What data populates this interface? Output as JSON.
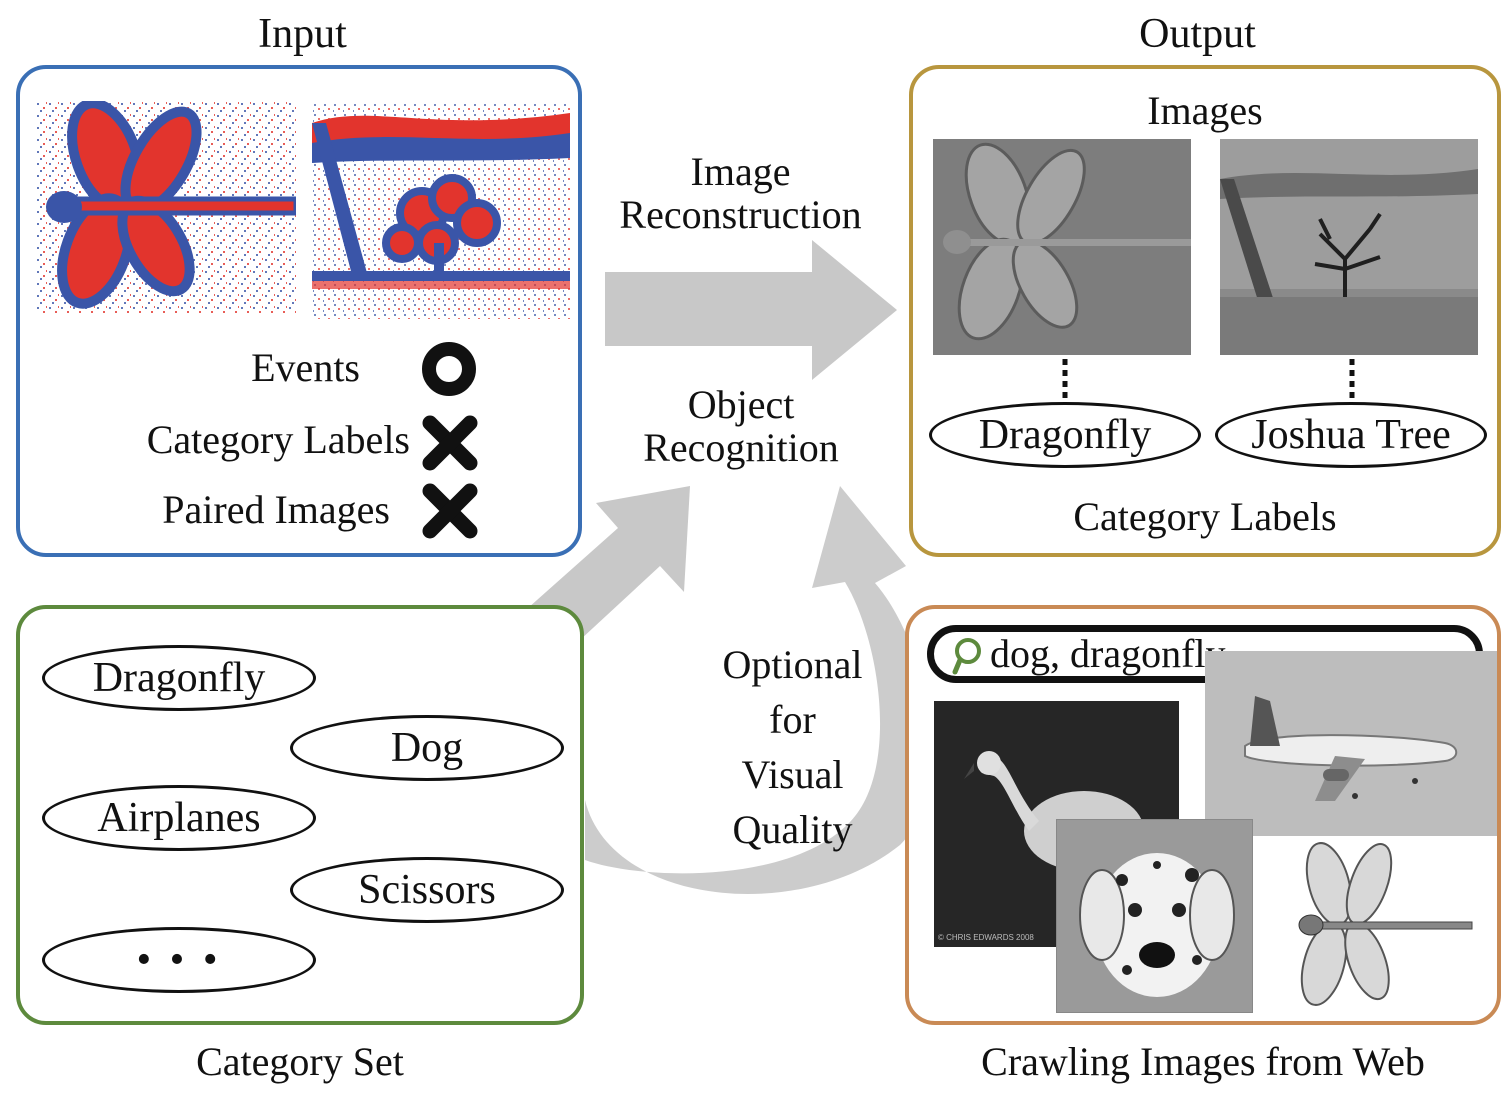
{
  "input": {
    "title": "Input",
    "rows": [
      {
        "label": "Events",
        "mark": "circle-icon"
      },
      {
        "label": "Category Labels",
        "mark": "cross-icon"
      },
      {
        "label": "Paired Images",
        "mark": "cross-icon"
      }
    ]
  },
  "output": {
    "title": "Output",
    "images_heading": "Images",
    "labels": [
      "Dragonfly",
      "Joshua Tree"
    ],
    "labels_caption": "Category Labels"
  },
  "center": {
    "reconstruction": "Image\nReconstruction",
    "recognition": "Object\nRecognition",
    "optional": "Optional\nfor\nVisual\nQuality"
  },
  "category_set": {
    "caption": "Category Set",
    "items": [
      "Dragonfly",
      "Dog",
      "Airplanes",
      "Scissors",
      "• • •"
    ]
  },
  "web": {
    "caption": "Crawling Images from Web",
    "search_query": "dog, dragonfly,  ···",
    "photo_credit": "© CHRIS EDWARDS 2008"
  },
  "colors": {
    "input_border": "#3a6fb5",
    "output_border": "#b8963e",
    "category_border": "#5d8a3d",
    "web_border": "#c98a55",
    "arrow": "#c8c8c8",
    "event_red": "#e2342d",
    "event_blue": "#3a55a8"
  }
}
